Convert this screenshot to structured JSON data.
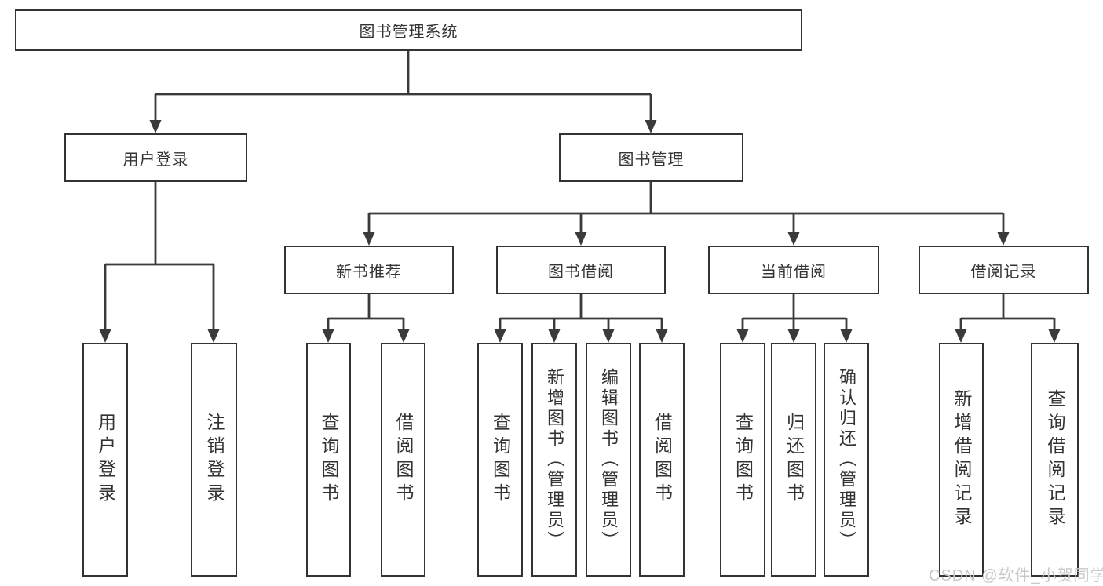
{
  "colors": {
    "line": "#3a3a3a",
    "box_border": "#333333",
    "text": "#333333",
    "watermark": "#c8c8c8",
    "background": "#ffffff"
  },
  "nodes": {
    "root": "图书管理系统",
    "user_login": "用户登录",
    "book_mgmt": "图书管理",
    "login": "用户登录",
    "logout": "注销登录",
    "new_book": "新书推荐",
    "book_borrow": "图书借阅",
    "current_borrow": "当前借阅",
    "borrow_record": "借阅记录",
    "nb_query": "查询图书",
    "nb_borrow": "借阅图书",
    "bb_query": "查询图书",
    "bb_add": "新增图书（管理员）",
    "bb_edit": "编辑图书（管理员）",
    "bb_borrow": "借阅图书",
    "cb_query": "查询图书",
    "cb_return": "归还图书",
    "cb_confirm": "确认归还（管理员）",
    "br_add": "新增借阅记录",
    "br_query": "查询借阅记录"
  },
  "watermark": {
    "text": "CSDN @软件_小贺同学"
  }
}
